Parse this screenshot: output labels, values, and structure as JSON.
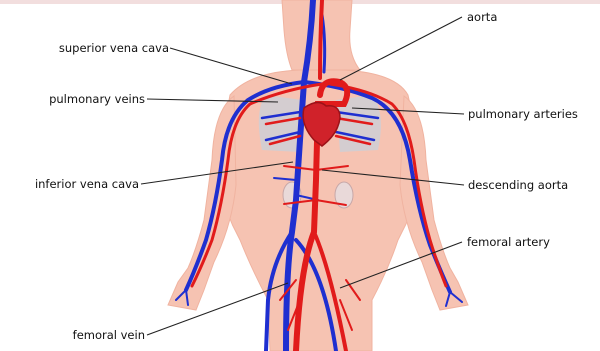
{
  "diagram": {
    "colors": {
      "artery": "#e11b1b",
      "vein": "#1f2fd0",
      "skin": "#f6c3b2",
      "lung": "#cfcfd6",
      "heart": "#d0222a",
      "leader": "#222222"
    },
    "labels": {
      "superior_vena_cava": "superior vena cava",
      "pulmonary_veins": "pulmonary veins",
      "inferior_vena_cava": "inferior vena cava",
      "femoral_vein": "femoral vein",
      "aorta": "aorta",
      "pulmonary_arteries": "pulmonary arteries",
      "descending_aorta": "descending aorta",
      "femoral_artery": "femoral artery"
    }
  }
}
